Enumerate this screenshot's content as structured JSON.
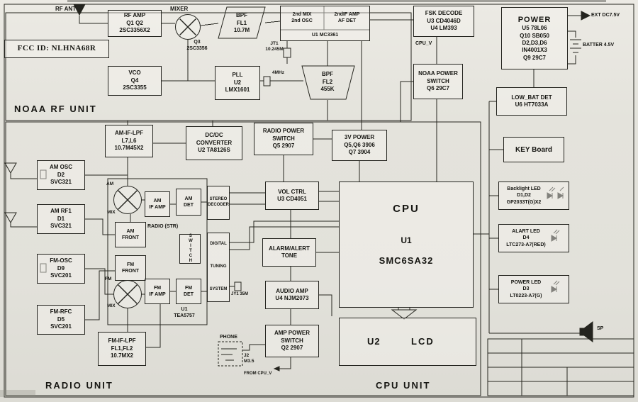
{
  "meta": {
    "fcc_id": "FCC ID: NLHNA68R"
  },
  "sections": {
    "noaa": "NOAA RF UNIT",
    "radio": "RADIO UNIT",
    "cpu": "CPU UNIT"
  },
  "noaa": {
    "rf_ant": "RF ANT",
    "rf_amp": "RF AMP\nQ1 Q2\n2SC3356X2",
    "mixer_label": "MIXER",
    "q3_label": "Q3\n2SC3356",
    "bpf_fl1": "BPF\nFL1\n10.7M",
    "mix2_left": "2nd MIX\n2nd OSC",
    "mix2_right": "2ndIF AMP\nAF DET",
    "mix2_u1": "U1 MC3361",
    "fsk_decode": "FSK DECODE\nU3 CD4046D\nU4 LM393",
    "power_title": "POWER",
    "power_body": "U5 78L06\nQ10 SB050\nD2,D3,D6\nIN4001X3\nQ9 29C7",
    "ext_dc": "EXT DC7.5V",
    "batter": "BATTER 4.5V",
    "vco": "VCO\nQ4\n2SC3355",
    "pll": "PLL\nU2\nLMX1601",
    "xtal_4mhz": "4MHz",
    "jt1": "JT1\n10.245M",
    "bpf_fl2": "BPF\nFL2\n455K",
    "cpu_v": "CPU_V",
    "noaa_power_switch": "NOAA POWER\nSWITCH\nQ6 29C7",
    "low_bat_det": "LOW_BAT DET\nU6 HT7033A",
    "key_board": "KEY Board"
  },
  "radio": {
    "am_if_lpf": "AM-IF-LPF\nL7,L6\n10.7M45X2",
    "dcdc": "DC/DC\nCONVERTER\nU2 TA8126S",
    "radio_power_switch": "RADIO POWER\nSWITCH\nQ5 2907",
    "power_3v": "3V POWER\nQ5,Q6 3906\nQ7 3904",
    "am_osc": "AM OSC\nD2\nSVC321",
    "am_rf1": "AM RF1\nD1\nSVC321",
    "fm_osc": "FM-OSC\nD9\nSVC201",
    "fm_rfc": "FM-RFC\nD5\nSVC201",
    "am_label": "AM",
    "fm_label": "FM",
    "mix_label": "MIX",
    "am_if_amp": "AM\nIF AMP",
    "am_det": "AM\nDET",
    "am_front": "AM\nFRONT",
    "radio_str": "RADIO (STR)",
    "fm_front": "FM\nFRONT",
    "fm_if_amp": "FM\nIF AMP",
    "fm_det": "FM\nDET",
    "tea": "U1\nTEA5757",
    "stereo_decoder": "STEREO\nDECODER",
    "switch": "SWITCH",
    "digital_tuning": [
      "DIGITAL",
      "TUNING",
      "SYSTEM"
    ],
    "jy1": "JY1 35M",
    "fm_if_lpf": "FM-IF-LPF\nFL1,FL2\n10.7MX2",
    "vol_ctrl": "VOL CTRL\nU3 CD4051",
    "alarm": "ALARM/ALERT\nTONE",
    "audio_amp": "AUDIO AMP\nU4 NJM2073",
    "amp_power_switch": "AMP POWER\nSWITCH\nQ2 2907",
    "phone": "PHONE",
    "j2": "J2\nM3.5",
    "from_cpu": "FROM CPU_V"
  },
  "cpu": {
    "cpu_title": "CPU",
    "cpu_u1": "U1",
    "cpu_part": "SMC6SA32",
    "lcd_u2": "U2",
    "lcd": "LCD",
    "backlight_led": "Backlight LED\nD1,D2\nGP2033T(G)X2",
    "alart_led": "ALART LED\nD4\nLTC273-A7(RED)",
    "power_led": "POWER LED\nD3\nLT0223-A7(G)",
    "sp": "SP"
  }
}
